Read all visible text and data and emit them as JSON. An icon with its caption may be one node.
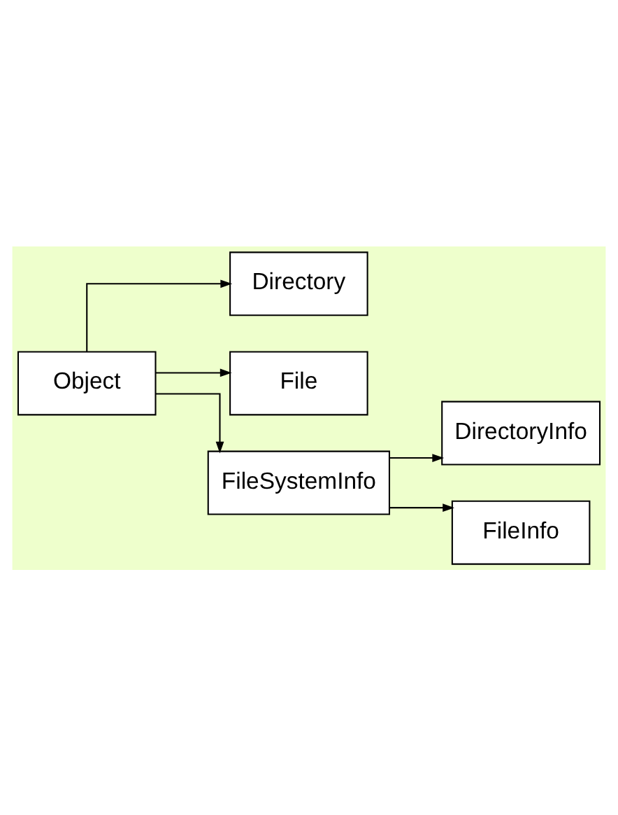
{
  "diagram": {
    "nodes": [
      {
        "text": [
          "Object"
        ]
      },
      {
        "text": [
          "Directory"
        ]
      },
      {
        "text": [
          "File"
        ]
      },
      {
        "text": [
          "FileSystemInfo"
        ]
      },
      {
        "text": [
          "DirectoryInfo"
        ]
      },
      {
        "text": [
          "FileInfo"
        ]
      }
    ],
    "edges": [
      {
        "from": 0,
        "to": 1,
        "arrow": "to"
      },
      {
        "from": 0,
        "to": 2,
        "arrow": "to"
      },
      {
        "from": 0,
        "to": 3,
        "arrow": "to"
      },
      {
        "from": 3,
        "to": 4,
        "arrow": "to"
      },
      {
        "from": 3,
        "to": 5,
        "arrow": "to"
      }
    ]
  }
}
